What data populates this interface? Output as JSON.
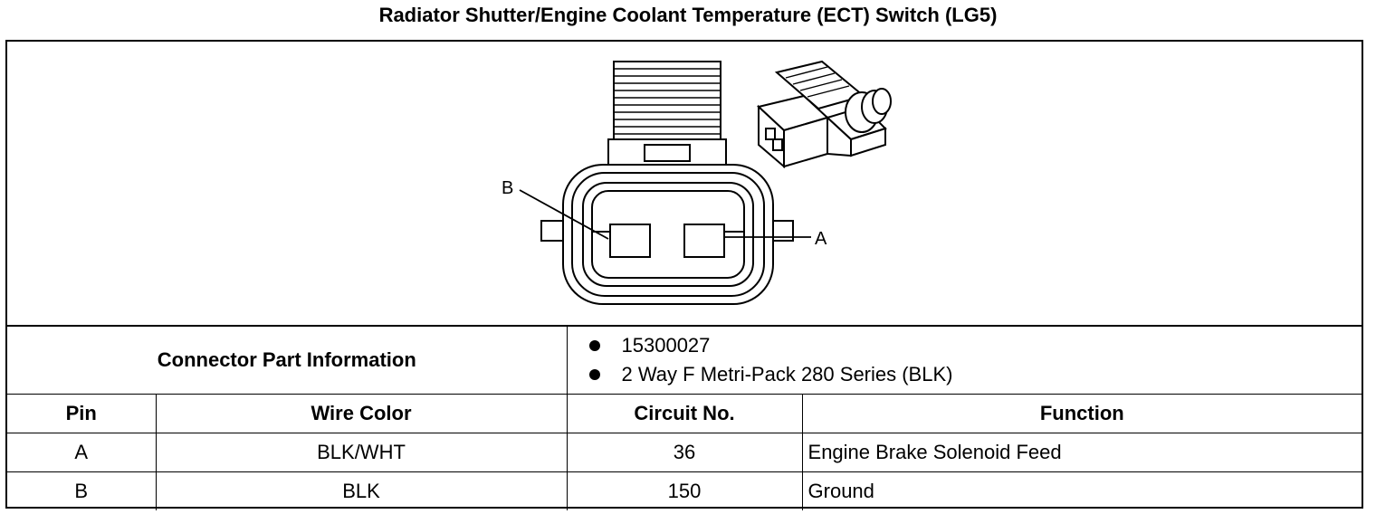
{
  "title": "Radiator Shutter/Engine Coolant Temperature (ECT) Switch (LG5)",
  "diagram": {
    "pin_labels": [
      "B",
      "A"
    ]
  },
  "connector_info": {
    "label": "Connector Part Information",
    "items": [
      "15300027",
      "2 Way F Metri-Pack 280 Series (BLK)"
    ]
  },
  "table": {
    "headers": [
      "Pin",
      "Wire Color",
      "Circuit No.",
      "Function"
    ],
    "rows": [
      {
        "pin": "A",
        "wire_color": "BLK/WHT",
        "circuit": "36",
        "function": "Engine Brake Solenoid Feed"
      },
      {
        "pin": "B",
        "wire_color": "BLK",
        "circuit": "150",
        "function": "Ground"
      }
    ]
  }
}
